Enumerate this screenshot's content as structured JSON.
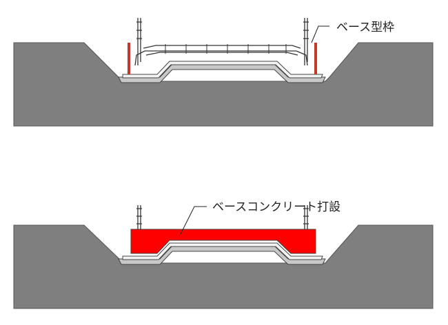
{
  "panels": [
    {
      "id": "top",
      "callout": "ベース型枠"
    },
    {
      "id": "bottom",
      "callout": "ベースコンクリート打設"
    }
  ],
  "colors": {
    "ground": "#7f7f7f",
    "ground_stroke": "#555555",
    "formwork": "#c0392b",
    "concrete": "#ff0000",
    "layer_light": "#c8c8c8",
    "layer_white": "#f4f4f4",
    "rebar": "#333333"
  }
}
